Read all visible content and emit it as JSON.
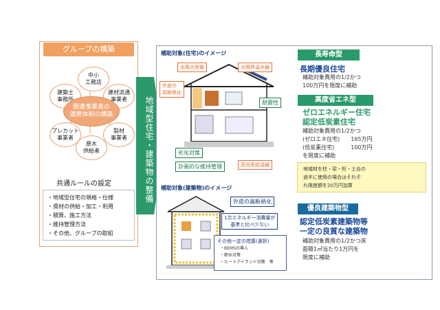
{
  "left": {
    "group_title": "グループの構築",
    "center": [
      "関連事業者の",
      "連携体制の構築"
    ],
    "nodes": {
      "top": [
        "中小",
        "工務店"
      ],
      "top_left": [
        "建築士",
        "事務所"
      ],
      "top_right": [
        "建材流通",
        "事業者"
      ],
      "bottom_left": [
        "プレカット",
        "事業者"
      ],
      "bottom_right": [
        "製材",
        "事業者"
      ],
      "bottom": [
        "原木",
        "供給者"
      ]
    },
    "rule_title": "共通ルールの設定",
    "rules": [
      "・地域型住宅の規格・仕様",
      "・資材の供給・加工・利用",
      "・積算、施工方法",
      "・維持管理方法",
      "・その他、グループの取組"
    ]
  },
  "arrow_text": "地域型住宅・建築物の整備",
  "housing": {
    "title": "補助対象(住宅)のイメージ",
    "labels": {
      "solar_power": "太陽光発電",
      "solar_water": "太陽熱温水器",
      "insulation": [
        "外皮の",
        "高断熱化"
      ],
      "seismic": "耐震性",
      "anti_deterioration": "劣化対策",
      "maintenance": "計画的な維持管理",
      "water_heater": "高効率給湯器"
    },
    "longevity": {
      "category": "長寿命型",
      "heading": "長期優良住宅",
      "lines": [
        "補助対象費用の1/2かつ",
        "100万円を限度に補助"
      ]
    },
    "energy": {
      "category": "高度省エネ型",
      "headings": [
        "ゼロエネルギー住宅",
        "認定低炭素住宅"
      ],
      "lines": [
        "補助対象費用の1/2かつ",
        "(ゼロエネ住宅)　　165万円",
        "(低炭素住宅)　　　100万円",
        "を限度に補助"
      ]
    },
    "wood_note": [
      "地域材を柱・梁・桁・土台の",
      "過半に使用の場合はそれぞ",
      "れ限度額を20万円加算"
    ]
  },
  "building": {
    "title": "補助対象(建築物)のイメージ",
    "labels": {
      "insulation": "外皮の高断熱化",
      "energy_consumption": [
        "1次エネルギー消費量が",
        "基準と比べ少ない"
      ]
    },
    "measures": {
      "title": "その他一定の措置(選択)",
      "items": [
        "・BEMSの導入",
        "・節水対策",
        "・ヒートアイランド対策　等"
      ]
    },
    "excellent": {
      "category": "優良建築物型",
      "headings": [
        "認定低炭素建築物等",
        "一定の良質な建築物"
      ],
      "lines": [
        "補助対象費用の1/2かつ床",
        "面積1㎡当たり1万円を",
        "限度に補助"
      ]
    }
  },
  "colors": {
    "orange": "#f0a060",
    "green": "#2a9a6a",
    "navy": "#1a3a7a",
    "red": "#e04040"
  }
}
